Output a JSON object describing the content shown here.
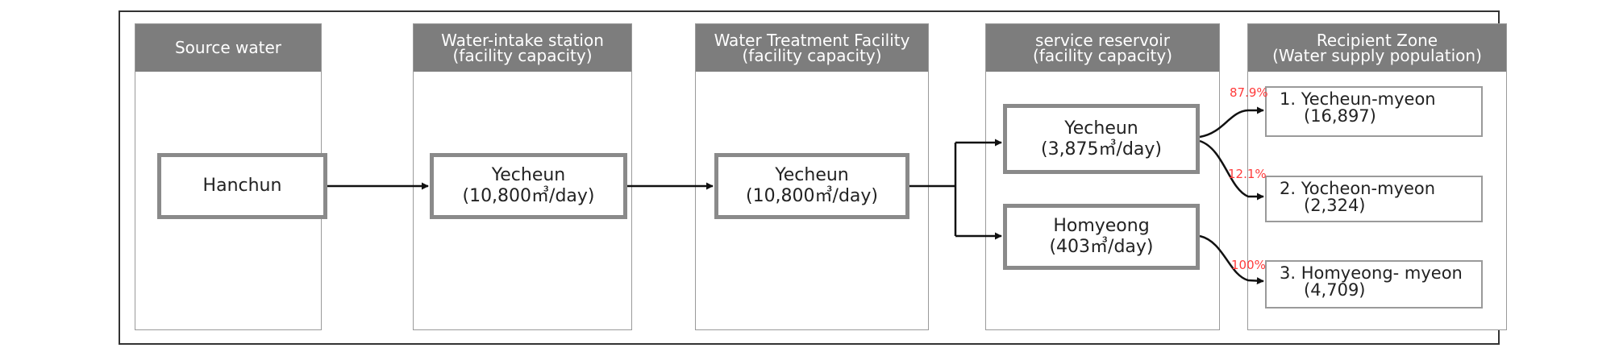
{
  "columns": {
    "source": {
      "line1": "Source water",
      "line2": ""
    },
    "intake": {
      "line1": "Water-intake station",
      "line2": "(facility capacity)"
    },
    "treatment": {
      "line1": "Water Treatment Facility",
      "line2": "(facility capacity)"
    },
    "reservoir": {
      "line1": "service reservoir",
      "line2": "(facility capacity)"
    },
    "recipient": {
      "line1": "Recipient Zone",
      "line2": "(Water supply population)"
    }
  },
  "nodes": {
    "hanchun": {
      "label": "Hanchun"
    },
    "yecheun_intake": {
      "name": "Yecheun",
      "capacity": "(10,800㎥/day)"
    },
    "yecheun_treatment": {
      "name": "Yecheun",
      "capacity": "(10,800㎥/day)"
    },
    "yecheun_reservoir": {
      "name": "Yecheun",
      "capacity": "(3,875㎥/day)"
    },
    "homyeong_reservoir": {
      "name": "Homyeong",
      "capacity": "(403㎥/day)"
    }
  },
  "zones": [
    {
      "name": "1. Yecheun-myeon",
      "population": "(16,897)",
      "share": "87.9%"
    },
    {
      "name": "2. Yocheon-myeon",
      "population": "(2,324)",
      "share": "12.1%"
    },
    {
      "name": "3. Homyeong- myeon",
      "population": "(4,709)",
      "share": "100%"
    }
  ],
  "colors": {
    "header_fill": "#7d7d7d",
    "node_border": "#8a8a8a",
    "percent_text": "#ff3b3b",
    "arrow": "#111111"
  }
}
